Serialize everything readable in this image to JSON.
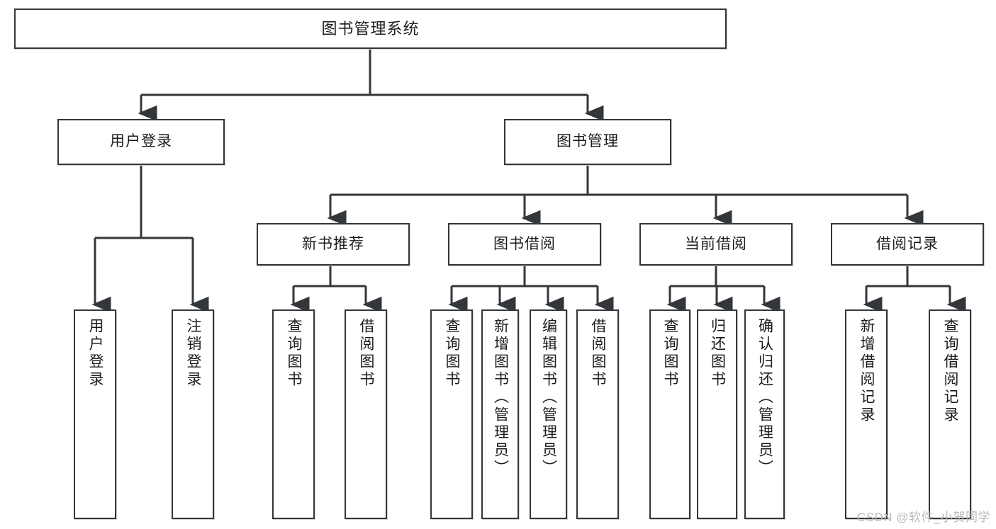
{
  "diagram": {
    "title": "图书管理系统",
    "type": "tree-hierarchy-chart",
    "colors": {
      "box_border": "#33363a",
      "box_fill": "#ffffff",
      "connector": "#33363a",
      "text": "#1c1c1c",
      "watermark": "#b9b9b9"
    },
    "root": {
      "label": "图书管理系统"
    },
    "level2": [
      {
        "label": "用户登录"
      },
      {
        "label": "图书管理"
      }
    ],
    "level3": [
      {
        "label": "新书推荐"
      },
      {
        "label": "图书借阅"
      },
      {
        "label": "当前借阅"
      },
      {
        "label": "借阅记录"
      }
    ],
    "leaves": {
      "user_login": [
        {
          "label": "用户登录"
        },
        {
          "label": "注销登录"
        }
      ],
      "new_book_recommend": [
        {
          "label": "查询图书"
        },
        {
          "label": "借阅图书"
        }
      ],
      "book_borrow": [
        {
          "label": "查询图书"
        },
        {
          "label": "新增图书（管理员）"
        },
        {
          "label": "编辑图书（管理员）"
        },
        {
          "label": "借阅图书"
        }
      ],
      "current_borrow": [
        {
          "label": "查询图书"
        },
        {
          "label": "归还图书"
        },
        {
          "label": "确认归还（管理员）"
        }
      ],
      "borrow_record": [
        {
          "label": "新增借阅记录"
        },
        {
          "label": "查询借阅记录"
        }
      ]
    }
  },
  "watermark": {
    "text": "CSDN @软件_小贺同学"
  }
}
